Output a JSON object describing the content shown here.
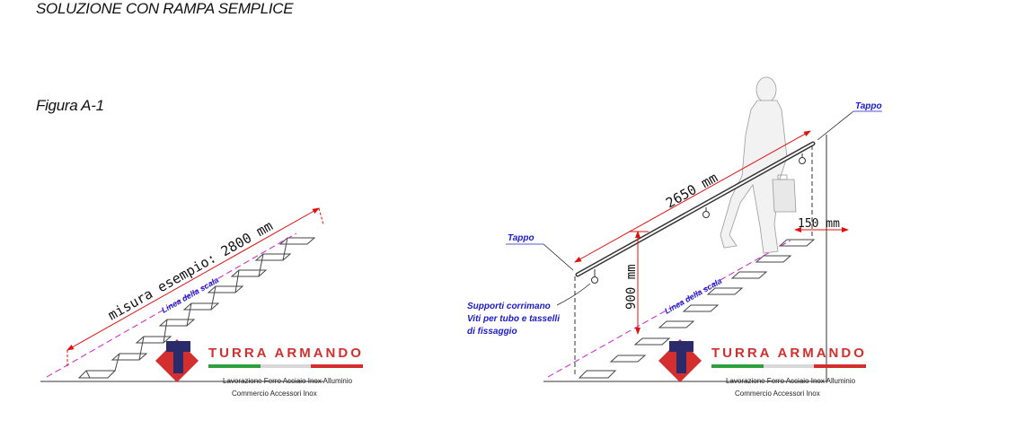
{
  "title": "SOLUZIONE CON RAMPA SEMPLICE",
  "subtitle": "Figura A-1",
  "left_diagram": {
    "measure_label": "misura esempio: 2800 mm",
    "stair_line_label": "Linea della scala"
  },
  "right_diagram": {
    "length_label": "2650 mm",
    "height_label": "900 mm",
    "offset_label": "150 mm",
    "tappo_top": "Tappo",
    "tappo_left": "Tappo",
    "support_note_1": "Supporti corrimano",
    "support_note_2": "Viti per tubo e tasselli",
    "support_note_3": "di fissaggio",
    "stair_line_label": "Linea della scala"
  },
  "logo": {
    "name": "TURRA ARMANDO",
    "tagline_1": "Lavorazione Ferro Acciaio Inox Alluminio",
    "tagline_2": "Commercio Accessori Inox",
    "colors": {
      "red": "#d32f2f",
      "navy": "#2b2b6b",
      "green": "#2e9e3f",
      "grey": "#d8d8d8"
    }
  },
  "colors": {
    "dimension_red": "#e01010",
    "label_blue": "#1a1acc",
    "dash_magenta": "#cc22cc"
  }
}
